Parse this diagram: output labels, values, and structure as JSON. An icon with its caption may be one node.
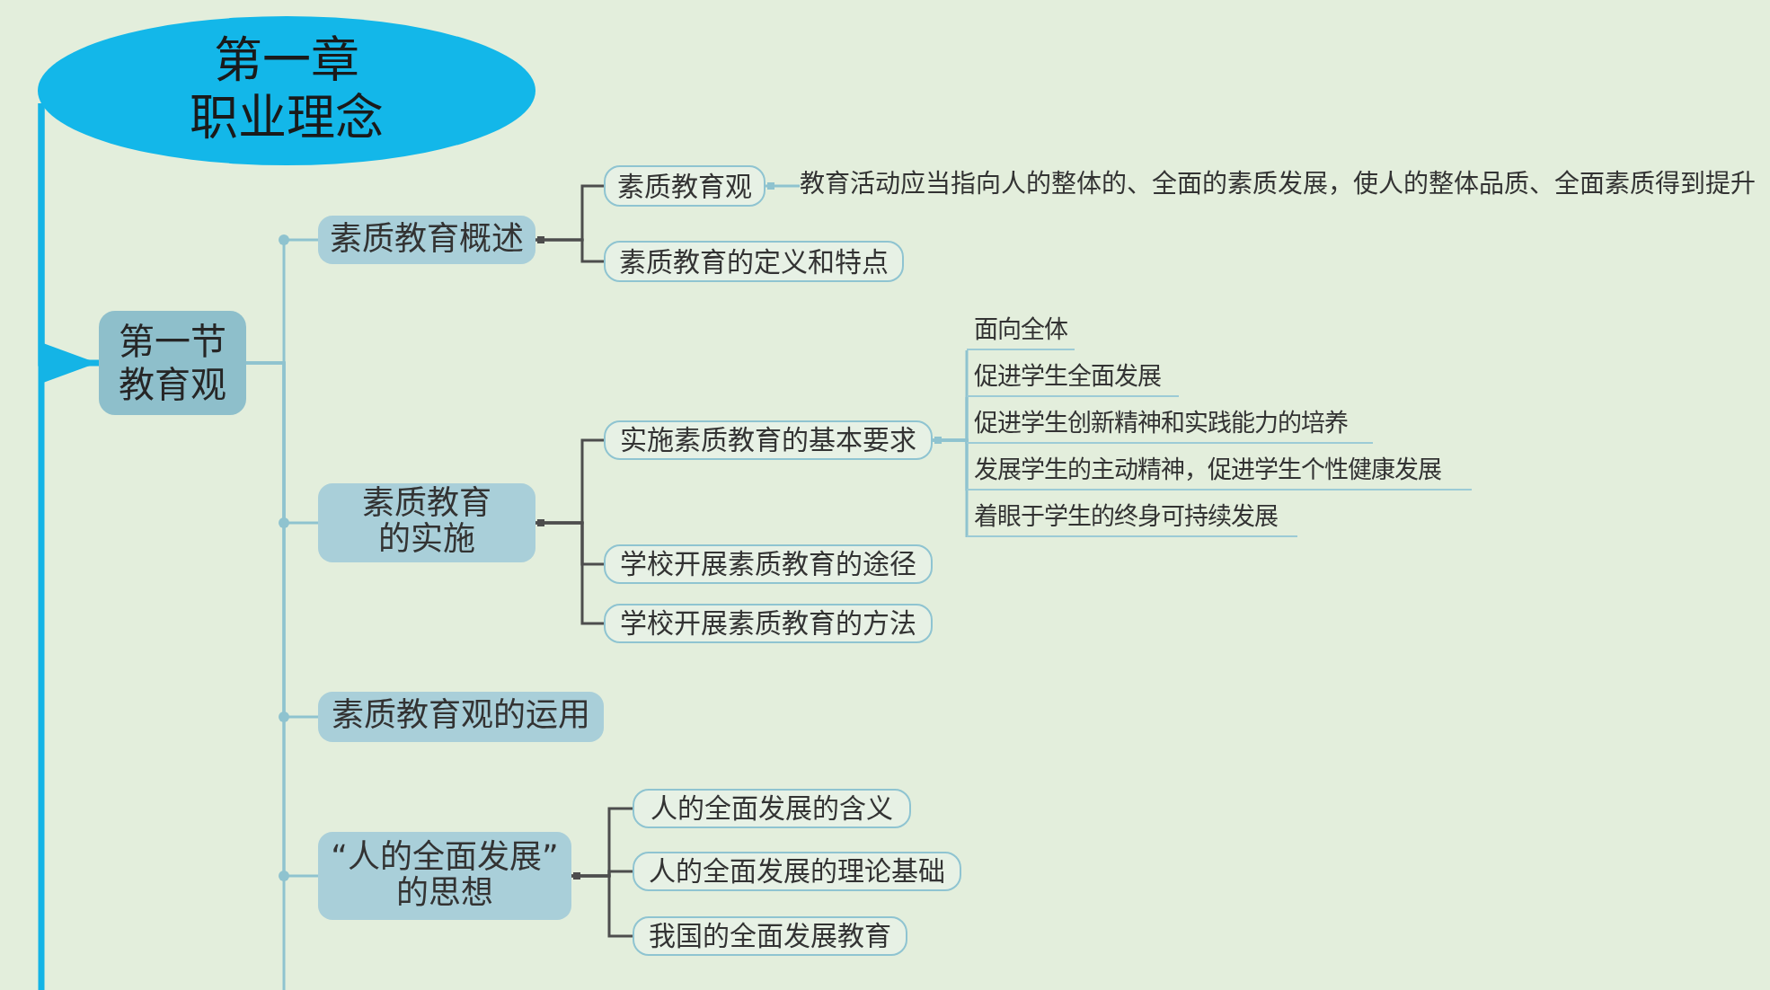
{
  "diagram": {
    "nodes": [
      {
        "text": [
          "第一章",
          "职业理念"
        ]
      },
      {
        "text": [
          "第一节",
          "教育观"
        ]
      },
      {
        "text": [
          "素质教育概述"
        ]
      },
      {
        "text": [
          "素质教育观"
        ]
      },
      {
        "text": [
          "教育活动应当指向人的整体的、全面的素质发展，使人的整体品质、全面素质得到提升"
        ]
      },
      {
        "text": [
          "素质教育的定义和特点"
        ]
      },
      {
        "text": [
          "素质教育的实施"
        ]
      },
      {
        "text": [
          "实施素质教育的基本要求"
        ]
      },
      {
        "text": [
          "面向全体"
        ]
      },
      {
        "text": [
          "促进学生全面发展"
        ]
      },
      {
        "text": [
          "促进学生创新精神和实践能力的培养"
        ]
      },
      {
        "text": [
          "发展学生的主动精神，促进学生个性健康发展"
        ]
      },
      {
        "text": [
          "着眼于学生的终身可持续发展"
        ]
      },
      {
        "text": [
          "学校开展素质教育的途径"
        ]
      },
      {
        "text": [
          "学校开展素质教育的方法"
        ]
      },
      {
        "text": [
          "素质教育观的运用"
        ]
      },
      {
        "text": [
          "“人的全面发展”的思想"
        ]
      },
      {
        "text": [
          "人的全面发展的含义"
        ]
      },
      {
        "text": [
          "人的全面发展的理论基础"
        ]
      },
      {
        "text": [
          "我国的全面发展教育"
        ]
      }
    ],
    "edges": [
      {
        "from": 0,
        "to": 1,
        "arrow": "to",
        "style": "thick",
        "color": "#14b4e6"
      },
      {
        "from": 0,
        "to": null,
        "arrow": "none",
        "style": "thick",
        "color": "#14b4e6"
      },
      {
        "from": 1,
        "to": 2,
        "arrow": "none"
      },
      {
        "from": 1,
        "to": 6,
        "arrow": "none"
      },
      {
        "from": 1,
        "to": 15,
        "arrow": "none"
      },
      {
        "from": 1,
        "to": 16,
        "arrow": "none"
      },
      {
        "from": 1,
        "to": null,
        "arrow": "none"
      },
      {
        "from": 2,
        "to": 3,
        "arrow": "other",
        "color": "#4d4d4d"
      },
      {
        "from": 2,
        "to": 5,
        "arrow": "other",
        "color": "#4d4d4d"
      },
      {
        "from": 3,
        "to": 4,
        "arrow": "other"
      },
      {
        "from": 6,
        "to": 7,
        "arrow": "other",
        "color": "#4d4d4d"
      },
      {
        "from": 6,
        "to": 13,
        "arrow": "other",
        "color": "#4d4d4d"
      },
      {
        "from": 6,
        "to": 14,
        "arrow": "other",
        "color": "#4d4d4d"
      },
      {
        "from": 7,
        "to": 8,
        "arrow": "other"
      },
      {
        "from": 7,
        "to": 9,
        "arrow": "other"
      },
      {
        "from": 7,
        "to": 10,
        "arrow": "other"
      },
      {
        "from": 7,
        "to": 11,
        "arrow": "other"
      },
      {
        "from": 7,
        "to": 12,
        "arrow": "other"
      },
      {
        "from": 16,
        "to": 17,
        "arrow": "other",
        "color": "#4d4d4d"
      },
      {
        "from": 16,
        "to": 18,
        "arrow": "other",
        "color": "#4d4d4d"
      },
      {
        "from": 16,
        "to": 19,
        "arrow": "other",
        "color": "#4d4d4d"
      }
    ]
  }
}
